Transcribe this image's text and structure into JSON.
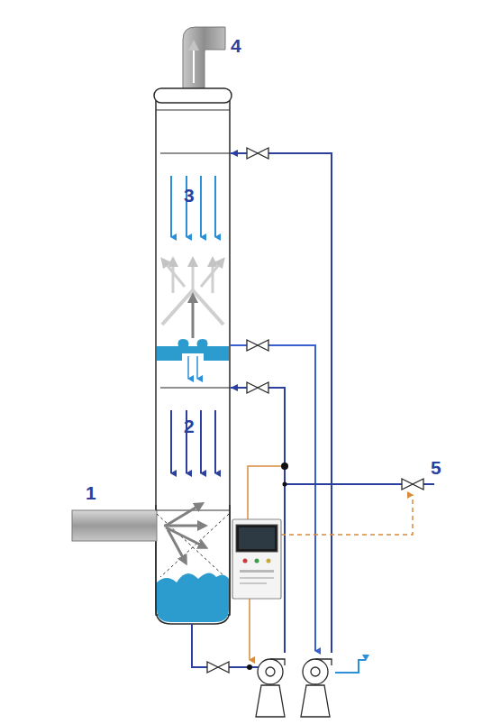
{
  "diagram": {
    "labels": [
      "4",
      "3",
      "2",
      "1",
      "5"
    ]
  }
}
